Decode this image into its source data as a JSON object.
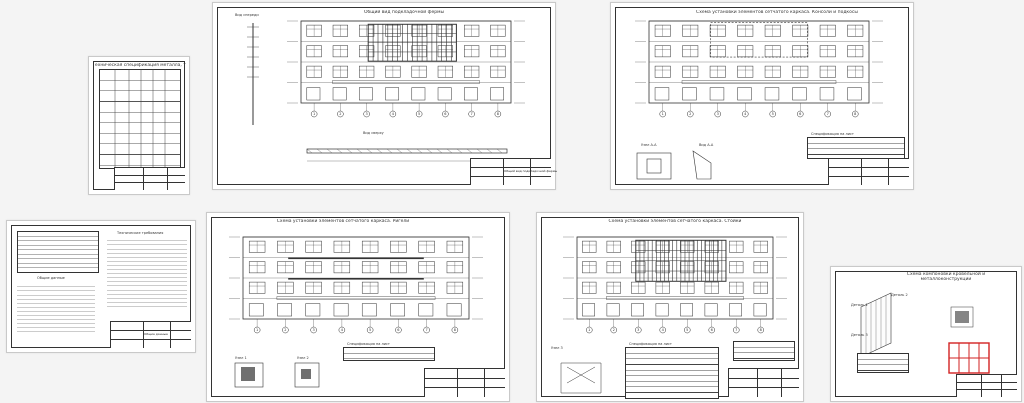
{
  "sheets": {
    "spec": {
      "title": "Техническая спецификация металла, т"
    },
    "general": {
      "title": "Общий вид подкладочной фермы",
      "side_view": "Вид спереди",
      "top_view": "Вид сверху",
      "stamp_title": "Общий вид подкладочной фермы"
    },
    "balcony": {
      "title": "Схема установки элементов сетчатого каркаса. Консоли и подкосы",
      "spec_label": "Спецификация на лист",
      "node_a": "Узел А-А",
      "node_b": "Вид А-А"
    },
    "notes": {
      "title_tech": "Технические требования",
      "title_general": "Общие данные",
      "stamp_title": "Общие данные"
    },
    "racks": {
      "title": "Схема установки элементов сетчатого каркаса. Ригели",
      "spec_label": "Спецификация на лист",
      "node1": "Узел 1",
      "node2": "Узел 2"
    },
    "posts": {
      "title": "Схема установки элементов сетчатого каркаса. Стойки",
      "spec_label": "Спецификация на лист",
      "node": "Узел 3"
    },
    "iso": {
      "title": "Схема компоновки кровельной и металлоконструкции",
      "label_a": "Деталь 1",
      "label_b": "Деталь 2",
      "label_c": "Деталь 3"
    }
  },
  "axes": [
    "1",
    "2",
    "3",
    "4",
    "5",
    "6",
    "7",
    "8"
  ],
  "colors": {
    "line": "#333333",
    "highlight": "#d22222",
    "paper": "#ffffff",
    "canvas": "#f4f4f4"
  }
}
